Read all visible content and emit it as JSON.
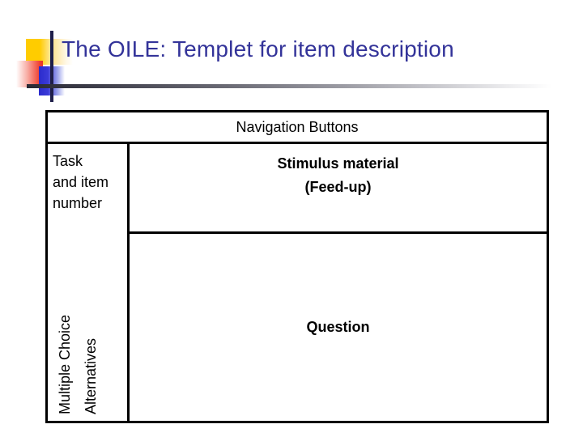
{
  "slide": {
    "title": "The OILE: Templet for item description",
    "title_color": "#333399",
    "background_color": "#ffffff"
  },
  "decoration": {
    "name": "powerpoint-title-motif",
    "yellow_square_color": "#FFCC00",
    "red_square_color": "#E8352A",
    "blue_square_color": "#2B2BCC",
    "vertical_line_color": "#1F1F4A",
    "horizontal_rule_color": "#2A2A35"
  },
  "templet_table": {
    "border_color": "#000000",
    "header_row": {
      "label": "Navigation Buttons"
    },
    "left_column": {
      "task_label": "Task\nand item\nnumber",
      "task_label_lines": [
        "Task",
        "and item",
        "number"
      ],
      "vertical_label_1": "Multiple Choice",
      "vertical_label_2": "Alternatives"
    },
    "right_column": {
      "stimulus_line_1": "Stimulus material",
      "stimulus_line_2": "(Feed-up)",
      "question_label": "Question"
    }
  }
}
